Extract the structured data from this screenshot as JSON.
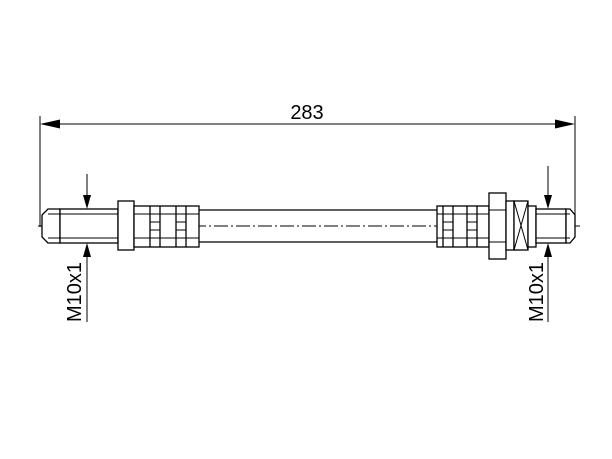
{
  "drawing": {
    "overall_length": "283",
    "left_thread": "M10x1",
    "right_thread": "M10x1"
  }
}
